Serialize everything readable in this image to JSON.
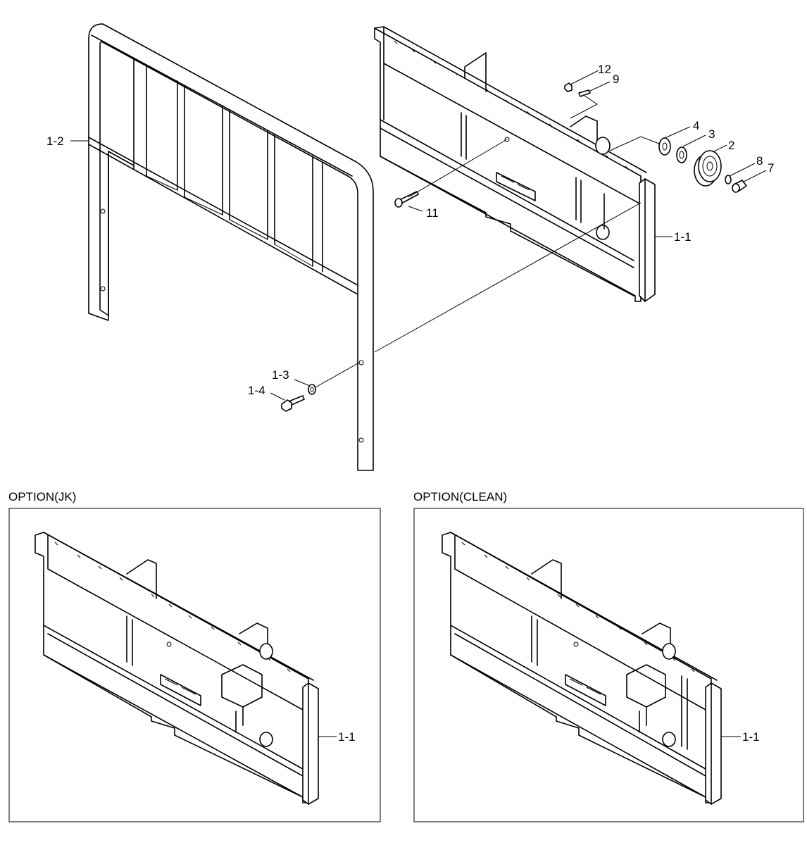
{
  "labels": {
    "guard": "1-2",
    "carriage": "1-1",
    "washer": "1-3",
    "bolt": "1-4",
    "bolt_carriage": "11",
    "nut": "12",
    "pin": "9",
    "spacer_a": "4",
    "spacer_b": "3",
    "roller": "2",
    "snap_ring": "8",
    "cap": "7",
    "option_jk_part": "1-1",
    "option_clean_part": "1-1"
  },
  "options": {
    "jk_title": "OPTION(JK)",
    "clean_title": "OPTION(CLEAN)"
  }
}
